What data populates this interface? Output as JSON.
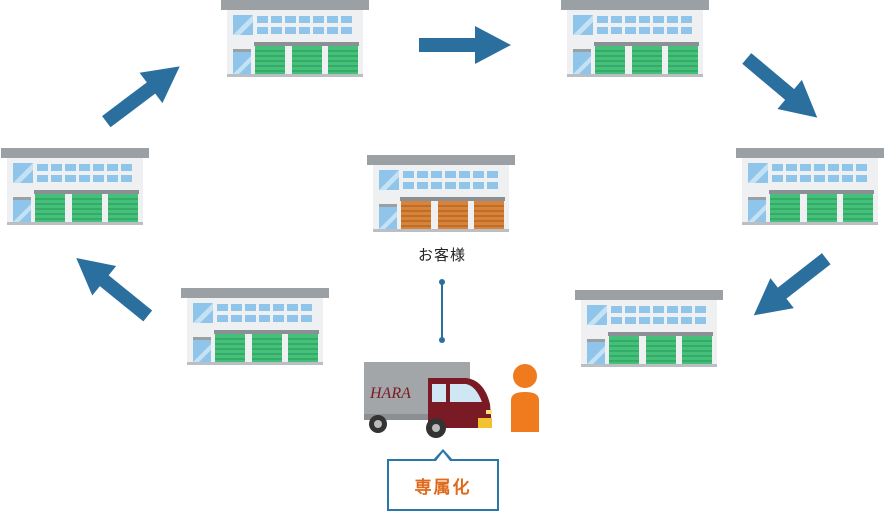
{
  "customer_label": "お客様",
  "badge_label": "専属化",
  "truck_logo": "HARA",
  "colors": {
    "arrow": "#2a6f9e",
    "shutter_green": "#45c07a",
    "shutter_orange": "#d9823a",
    "building_wall": "#eef0f2",
    "roof": "#9aa0a4",
    "window_blue": "#8fc5ea",
    "person": "#f07a1e",
    "truck_cab": "#7a1a24",
    "truck_cargo": "#a3a6a9",
    "badge_border": "#2a78a8",
    "badge_text": "#e06a1c"
  },
  "icons": [
    "warehouse-icon",
    "delivery-truck-icon",
    "person-icon",
    "cycle-arrow-icon"
  ]
}
